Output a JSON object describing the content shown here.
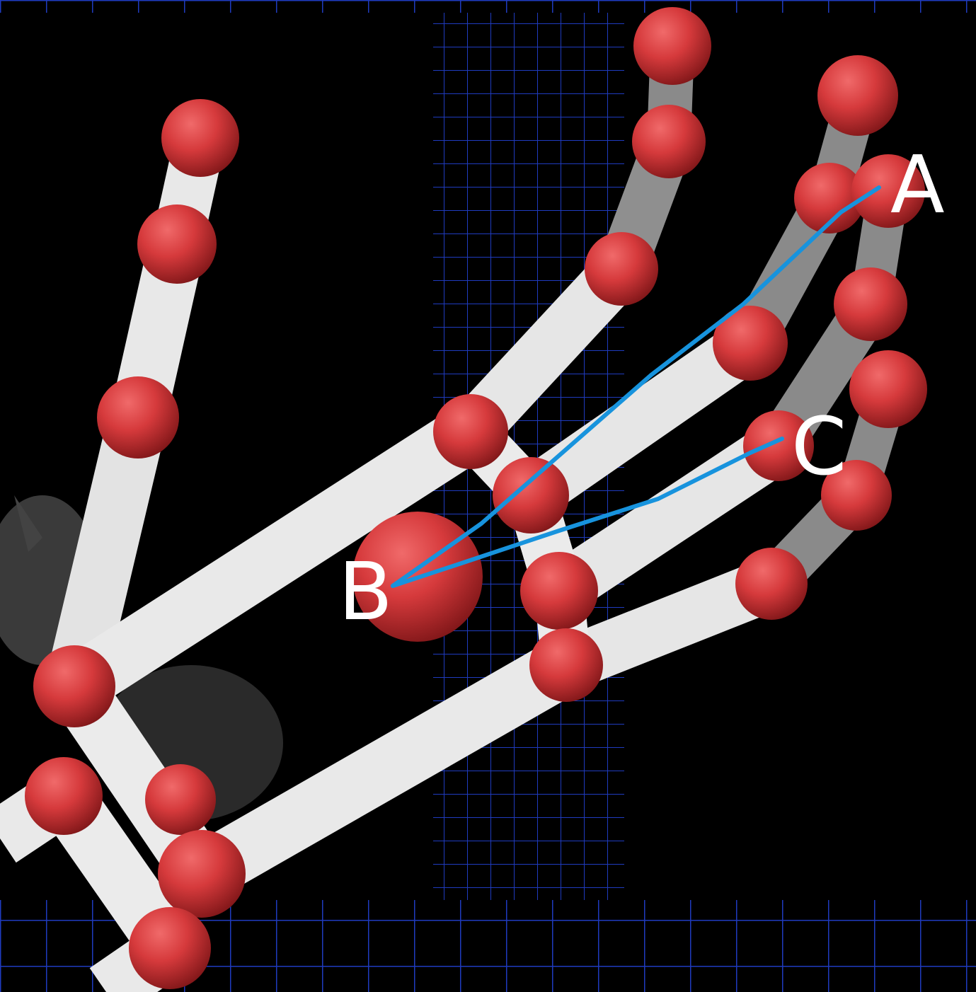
{
  "labels": {
    "a": "A",
    "b": "B",
    "c": "C"
  },
  "colors": {
    "background": "#000000",
    "grid": "#1f3bbf",
    "joint": "#d63a3c",
    "bone_light": "#ececec",
    "bone_dark": "#8a8a8a",
    "annotation_line": "#1793dd",
    "label": "#ffffff"
  }
}
